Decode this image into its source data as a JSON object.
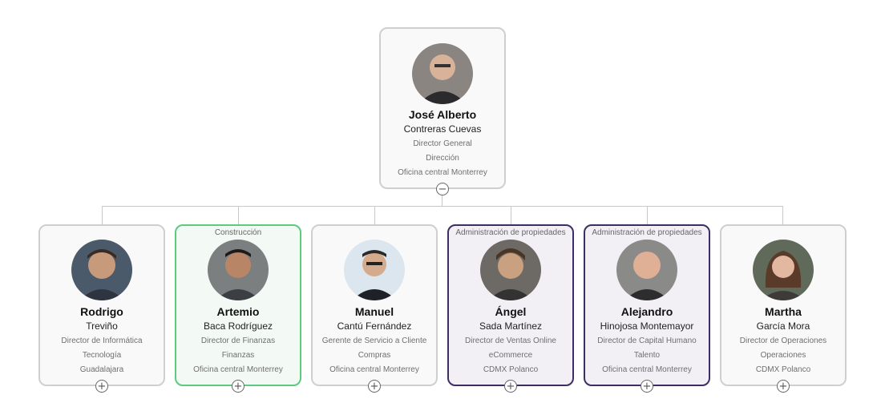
{
  "root": {
    "first": "José Alberto",
    "last": "Contreras Cuevas",
    "role": "Director General",
    "dept": "Dirección",
    "office": "Oficina central Monterrey",
    "toggle": "−"
  },
  "children": [
    {
      "tag": "",
      "first": "Rodrigo",
      "last": "Treviño",
      "role": "Director de Informática",
      "dept": "Tecnología",
      "office": "Guadalajara",
      "toggle": "+"
    },
    {
      "tag": "Construcción",
      "first": "Artemio",
      "last": "Baca Rodríguez",
      "role": "Director de Finanzas",
      "dept": "Finanzas",
      "office": "Oficina central Monterrey",
      "toggle": "+"
    },
    {
      "tag": "",
      "first": "Manuel",
      "last": "Cantú Fernández",
      "role": "Gerente de Servicio a Cliente",
      "dept": "Compras",
      "office": "Oficina central Monterrey",
      "toggle": "+"
    },
    {
      "tag": "Administración de propiedades",
      "first": "Ángel",
      "last": "Sada Martínez",
      "role": "Director de Ventas Online",
      "dept": "eCommerce",
      "office": "CDMX Polanco",
      "toggle": "+"
    },
    {
      "tag": "Administración de propiedades",
      "first": "Alejandro",
      "last": "Hinojosa Montemayor",
      "role": "Director de Capital Humano",
      "dept": "Talento",
      "office": "Oficina central Monterrey",
      "toggle": "+"
    },
    {
      "tag": "",
      "first": "Martha",
      "last": "García Mora",
      "role": "Director de Operaciones",
      "dept": "Operaciones",
      "office": "CDMX Polanco",
      "toggle": "+"
    }
  ],
  "colors": {
    "border": "#cfcfcf",
    "green_accent": "#5ccb80",
    "purple_accent": "#3f2e63"
  }
}
